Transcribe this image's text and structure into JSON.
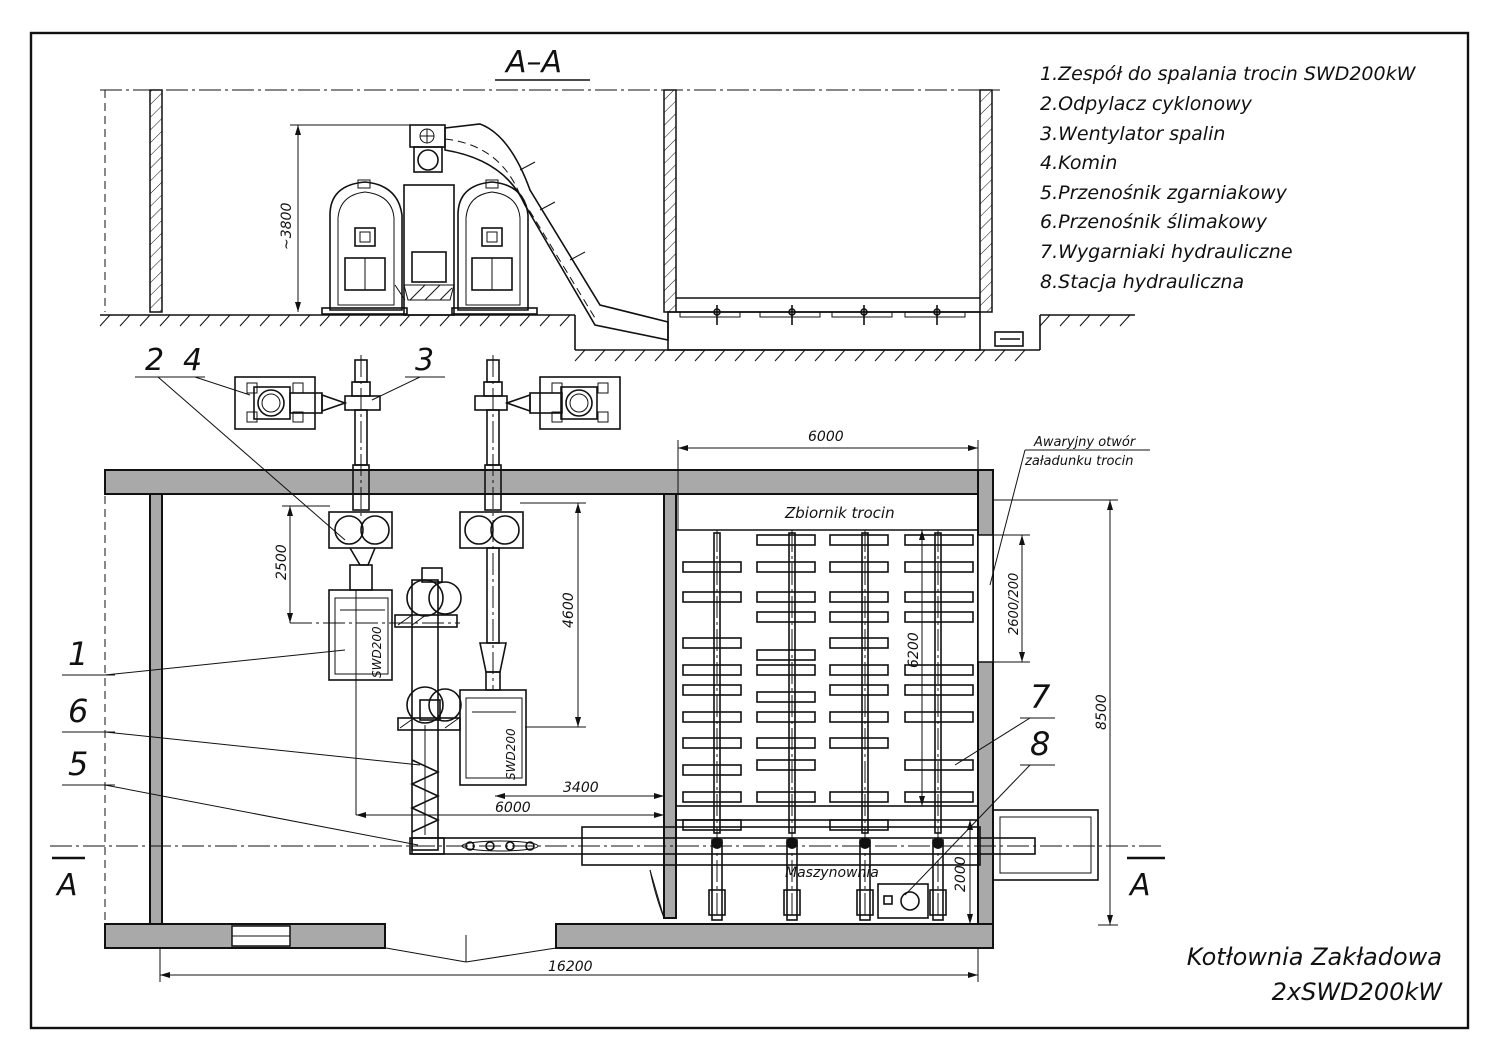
{
  "section_label": "A–A",
  "legend": [
    "1.Zespół do spalania trocin SWD200kW",
    "2.Odpylacz cyklonowy",
    "3.Wentylator spalin",
    "4.Komin",
    "5.Przenośnik zgarniakowy",
    "6.Przenośnik ślimakowy",
    "7.Wygarniaki hydrauliczne",
    "8.Stacja hydrauliczna"
  ],
  "callouts": [
    "1",
    "2",
    "3",
    "4",
    "5",
    "6",
    "7",
    "8"
  ],
  "section_marks": [
    "A",
    "A"
  ],
  "dimensions": {
    "height_section": "~3800",
    "tank_width": "6000",
    "cyclone_offset": "2500",
    "fan_to_boiler": "4600",
    "boiler_spacing": "3400",
    "conveyor_length": "6000",
    "opening_size": "2600/200",
    "tank_depth": "6200",
    "building_depth": "8500",
    "machine_room": "2000",
    "building_length": "16200"
  },
  "room_labels": {
    "tank": "Zbiornik trocin",
    "machine_room": "Maszynownia",
    "emergency_line1": "Awaryjny otwór",
    "emergency_line2": "załadunku trocin"
  },
  "unit_label": "SWD200",
  "title_block": {
    "line1": "Kotłownia Zakładowa",
    "line2": "2xSWD200kW"
  }
}
